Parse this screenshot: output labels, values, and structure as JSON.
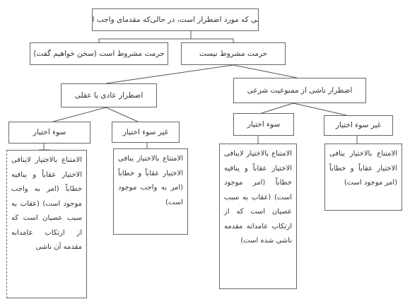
{
  "root": "حرامی که مورد اضطرار است، در حالی‌که مقدمای واجب است",
  "level1": {
    "right": "حرمت مشروط است (سخن خواهیم گفت)",
    "left": "حرمت مشروط نیست"
  },
  "level2": {
    "right": "اضطرار عادی یا عقلی",
    "left": "اضطرار ناشی از ممنوعیت شرعی"
  },
  "level3": {
    "a": "سوء اختیار",
    "b": "غیر سوء اختیار",
    "c": "سوء اختیار",
    "d": "غیر سوء اختیار"
  },
  "leaves": {
    "a": "الامتناع بالاختیار لاینافی الاختیار عقاباً و ینافیه خطاباً (امر به واجب موجود است) (عقاب به سبب عصیان است که از ارتکاب عامدانه مقدمه آن ناشی",
    "b": "الامتناع بالاختیار ینافی الاختیار عقاباً و خطاباً (امر به واجب موجود است)",
    "c": "الامتناع بالاختیار لاینافی الاختیار عقاباً و ینافیه خطاباً (امر موجود است) (عقاب به سبب عصیان است که از ارتکاب عامدانه مقدمه ناشی شده است)",
    "d": "الامتناع بالاختیار ینافی الاختیار عقاباً و خطاباً (امر موجود است)"
  }
}
